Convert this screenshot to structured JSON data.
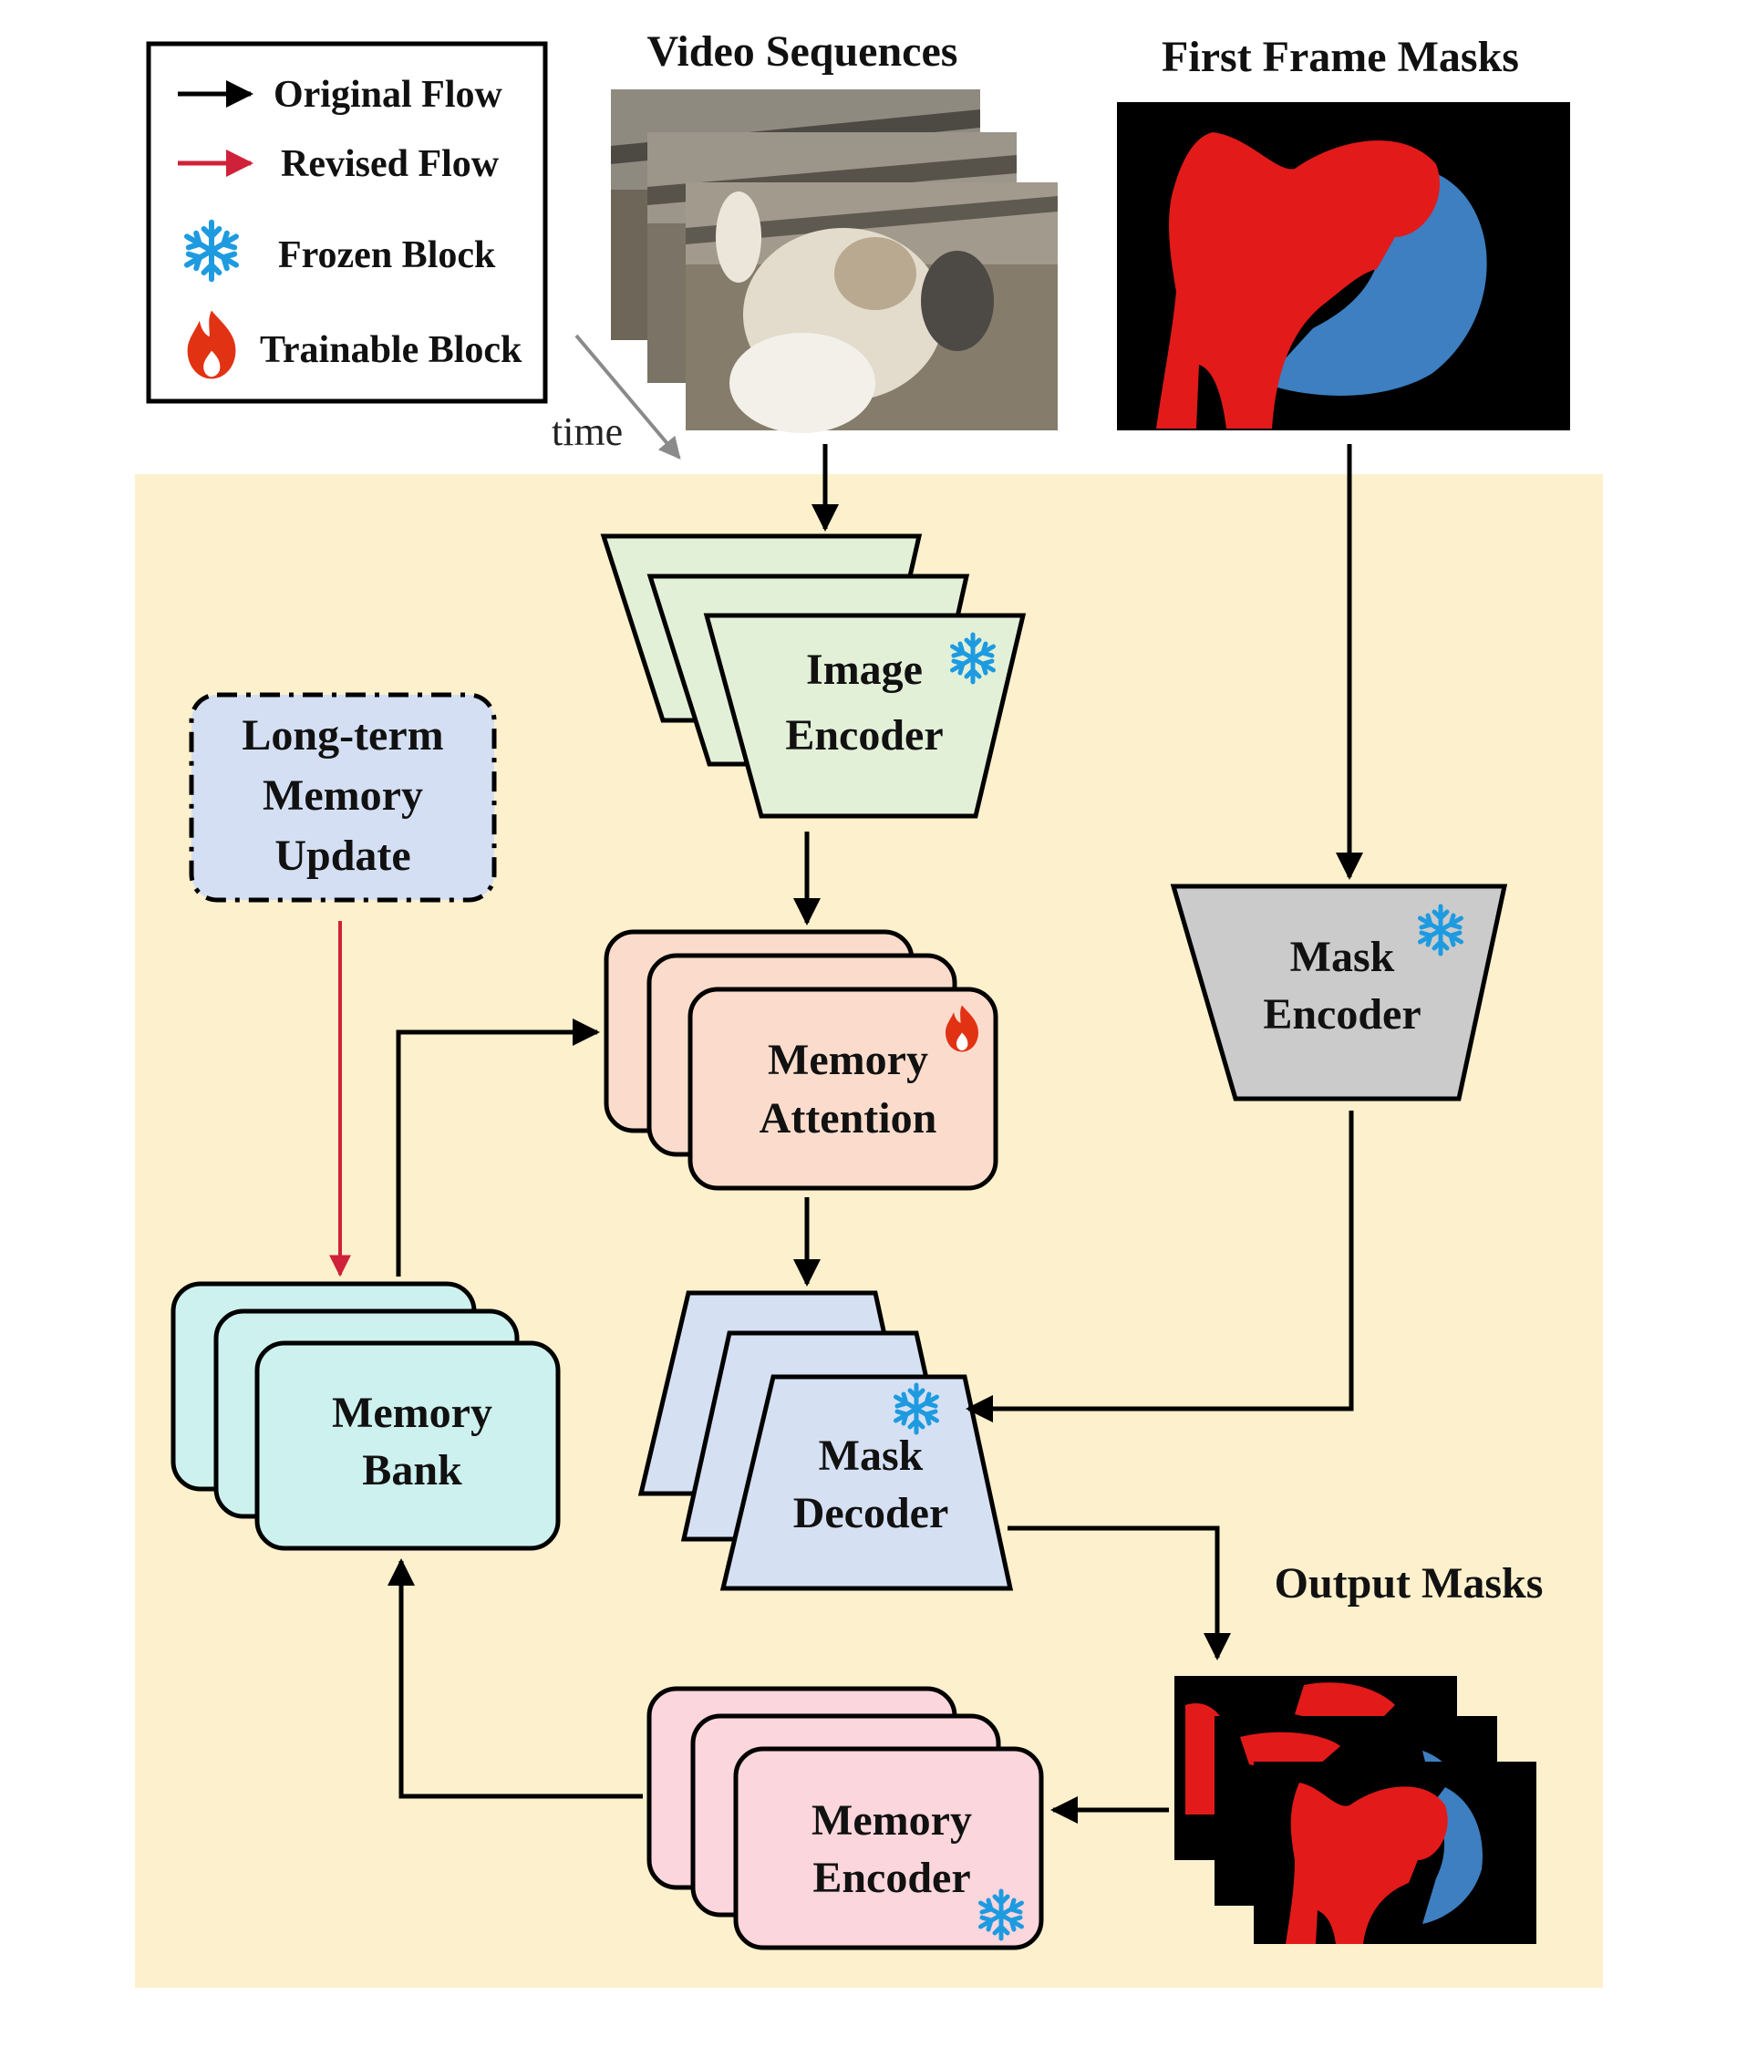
{
  "legend": {
    "original_flow": "Original Flow",
    "revised_flow": "Revised Flow",
    "frozen_block": "Frozen Block",
    "trainable_block": "Trainable Block"
  },
  "inputs": {
    "video_sequences": "Video Sequences",
    "first_frame_masks": "First Frame Masks",
    "time": "time"
  },
  "blocks": {
    "image_encoder": [
      "Image",
      "Encoder"
    ],
    "mask_encoder": [
      "Mask",
      "Encoder"
    ],
    "memory_attention": [
      "Memory",
      "Attention"
    ],
    "mask_decoder": [
      "Mask",
      "Decoder"
    ],
    "memory_bank": [
      "Memory",
      "Bank"
    ],
    "memory_encoder": [
      "Memory",
      "Encoder"
    ],
    "long_term_memory_update": [
      "Long-term",
      "Memory",
      "Update"
    ]
  },
  "outputs": {
    "output_masks": "Output Masks"
  },
  "colors": {
    "background_panel": "#fdf0cc",
    "original_flow": "#000000",
    "revised_flow": "#d0213a",
    "frozen_icon": "#1e9be0",
    "trainable_icon": "#e23214",
    "image_encoder": "#e3f0d8",
    "mask_encoder": "#cbcbcb",
    "memory_attention": "#fbdccc",
    "mask_decoder": "#d6e0f3",
    "memory_bank": "#cdf1ee",
    "memory_encoder": "#fbd6dc",
    "long_term_memory": "#d4dff3",
    "mask_red": "#e31a1a",
    "mask_blue": "#3d7fc0"
  }
}
